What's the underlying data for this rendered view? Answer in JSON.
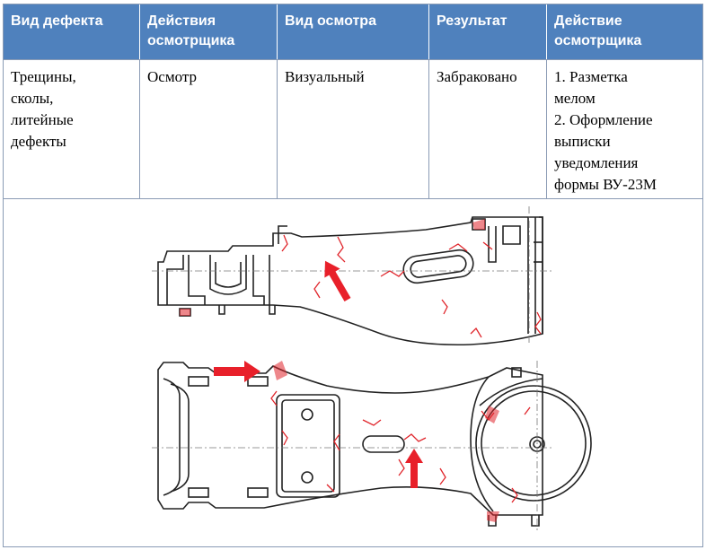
{
  "table": {
    "headers": [
      "Вид дефекта",
      "Действия осмотрщика",
      "Вид осмотра",
      "Результат",
      "Действие осмотрщика"
    ],
    "row": {
      "defect_type": [
        "Трещины,",
        "сколы,",
        "литейные",
        "дефекты"
      ],
      "inspector_actions": "Осмотр",
      "inspection_type": "Визуальный",
      "result": "Забраковано",
      "inspector_action": [
        "1. Разметка",
        "мелом",
        "2. Оформление",
        "выписки",
        "уведомления",
        "формы ВУ-23М"
      ]
    }
  },
  "colors": {
    "header_bg": "#4f81bd",
    "header_text": "#ffffff",
    "crack": "#e0252b",
    "arrow": "#e8202a",
    "drawing": "#222222"
  }
}
